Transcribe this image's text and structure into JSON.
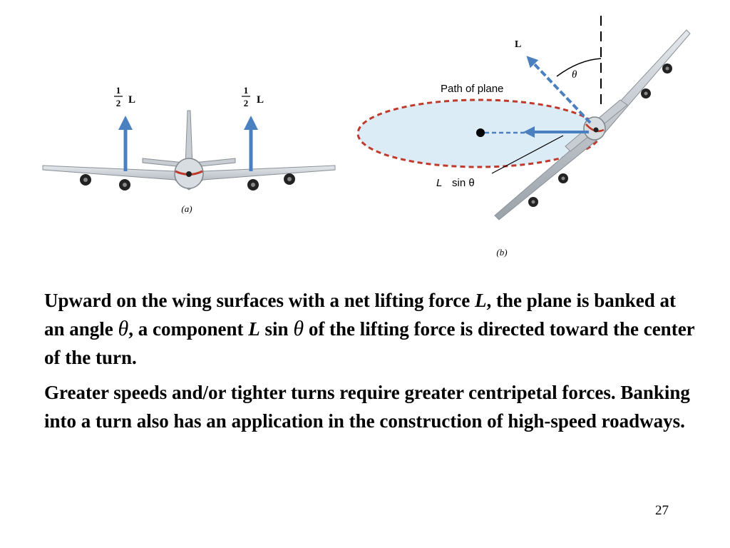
{
  "figure_a": {
    "left_label": "L",
    "right_label": "L",
    "fraction_num": "1",
    "fraction_den": "2",
    "caption": "(a)"
  },
  "figure_b": {
    "lift_label": "L",
    "angle_label": "θ",
    "path_label": "Path of plane",
    "component_label_l": "L",
    "component_label_rest": "sin θ",
    "caption": "(b)"
  },
  "paragraph1": {
    "s1": "Upward on the wing surfaces with a net lifting force ",
    "L1": "L",
    "s2": ", the plane is banked at an angle ",
    "theta1": "θ",
    "s3": ", a component ",
    "L2": "L",
    "s4": " sin ",
    "theta2": "θ",
    "s5": " of the lifting force is directed toward the center of the turn."
  },
  "paragraph2": "Greater speeds and/or tighter turns require greater centripetal forces. Banking into a turn also has an application in the construction of high-speed roadways.",
  "page_number": "27",
  "colors": {
    "arrow_blue": "#4a7fc0",
    "path_red": "#c0392b",
    "path_fill": "#dcecf7",
    "wing_gray": "#b8bec4"
  }
}
